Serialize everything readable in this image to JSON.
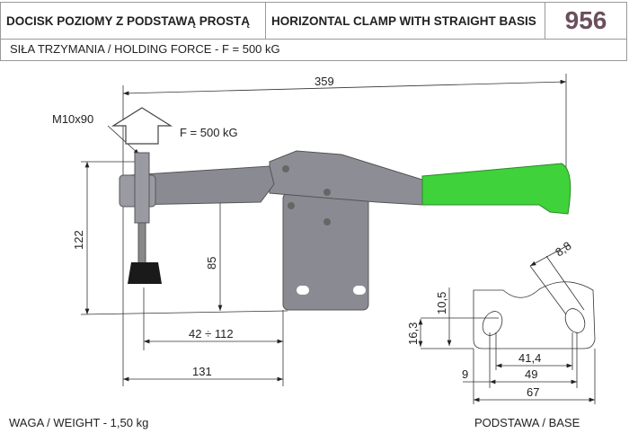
{
  "header": {
    "title_pl": "DOCISK POZIOMY Z PODSTAWĄ PROSTĄ",
    "title_en": "HORIZONTAL CLAMP WITH STRAIGHT BASIS",
    "model_number": "956"
  },
  "subtitle": "SIŁA TRZYMANIA / HOLDING FORCE - F = 500 kG",
  "drawing": {
    "screw_label": "M10x90",
    "force_label": "F = 500 kG",
    "dims": {
      "overall_length": "359",
      "height": "122",
      "spindle_height": "85",
      "spindle_range": "42 ÷ 112",
      "base_offset": "131"
    },
    "handle_color": "#3fd23a"
  },
  "base": {
    "dims": {
      "slot_width": "8,8",
      "d_10_5": "10,5",
      "d_16_3": "16,3",
      "d_41_4": "41,4",
      "d_9": "9",
      "d_49": "49",
      "d_67": "67"
    }
  },
  "footer": {
    "weight": "WAGA / WEIGHT - 1,50 kg",
    "base_label": "PODSTAWA / BASE"
  }
}
